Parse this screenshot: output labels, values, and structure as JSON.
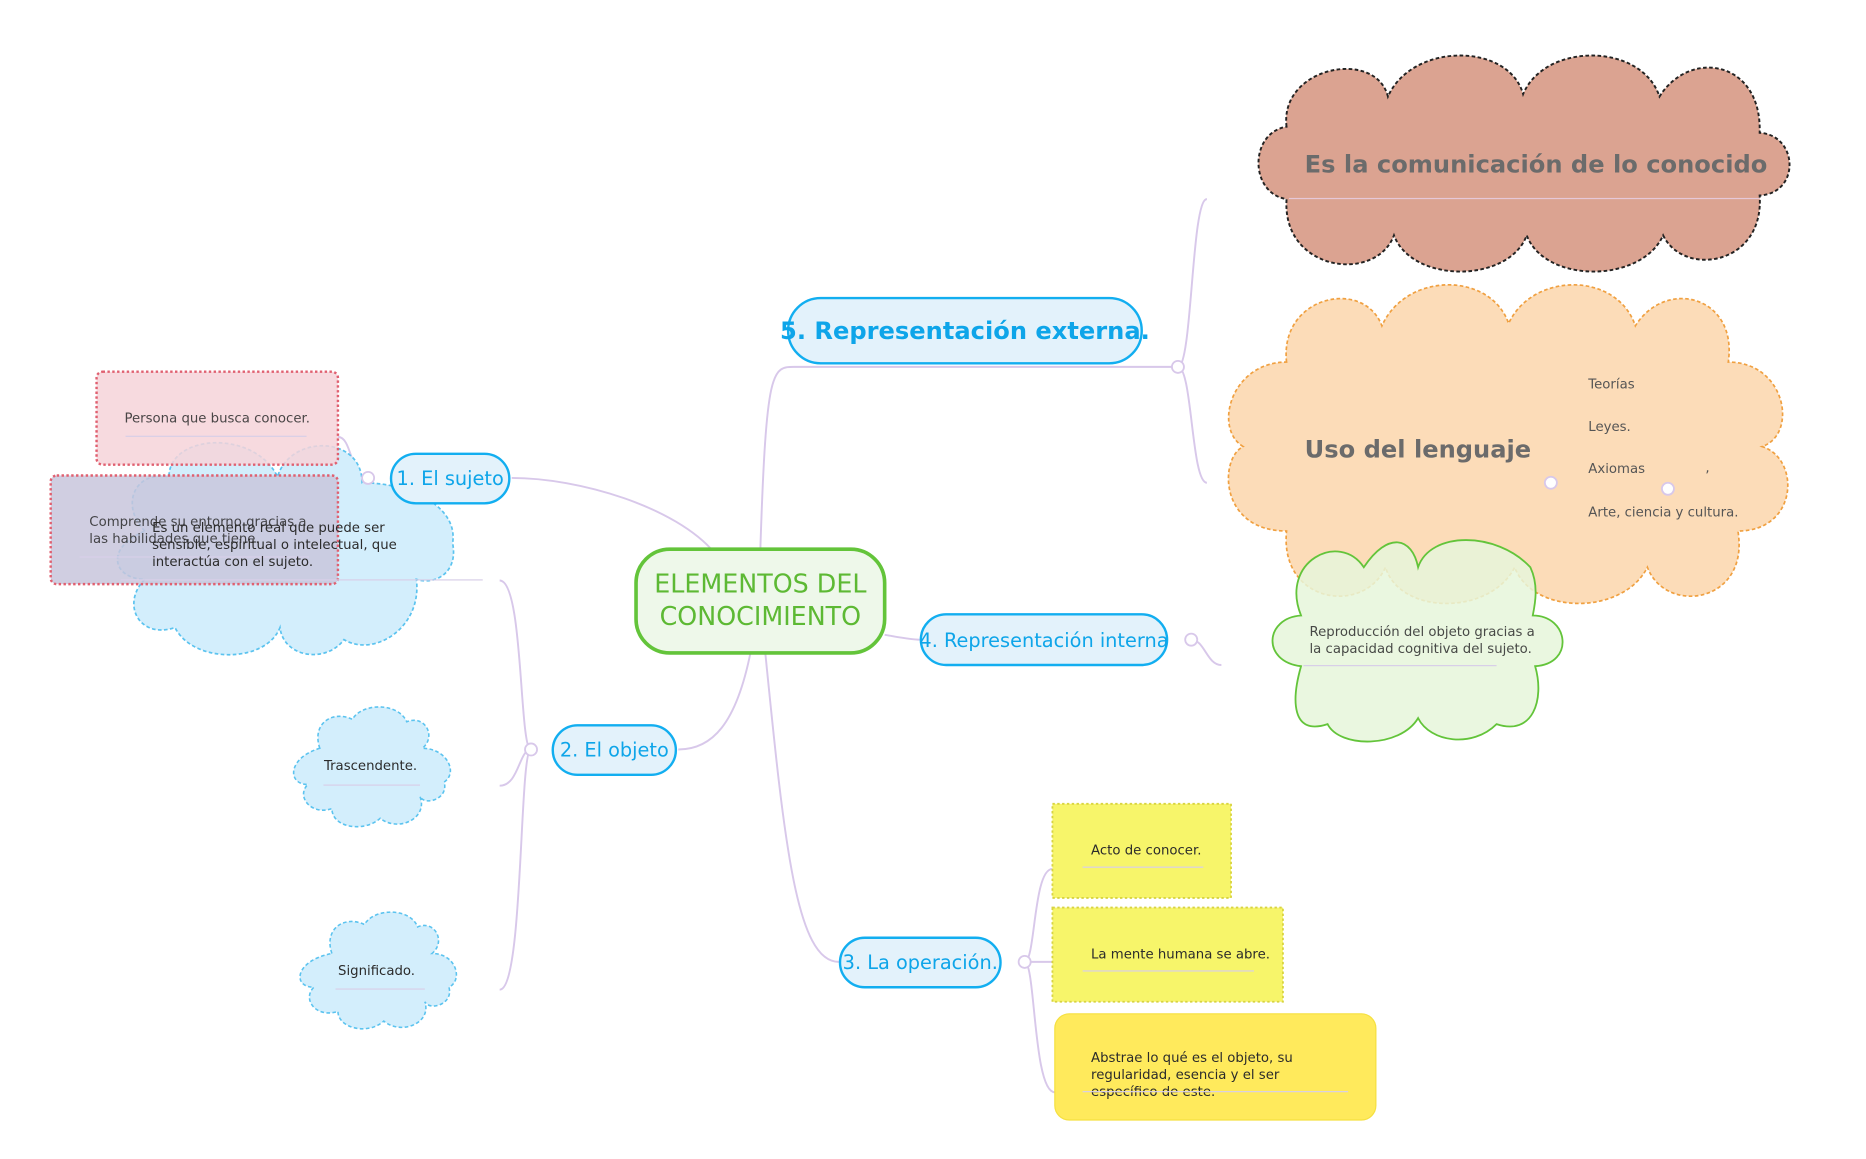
{
  "central": {
    "label_line1": "ELEMENTOS DEL",
    "label_line2": "CONOCIMIENTO"
  },
  "branches": {
    "sujeto": {
      "label": "1. El sujeto",
      "cloud_text": "Es un elemento real que puede ser sensible, espiritual o intelectual, que interactúa con el sujeto.",
      "notes": [
        "Persona que busca conocer.",
        "Comprende su entorno gracias a las habilidades que tiene."
      ]
    },
    "objeto": {
      "label": "2. El objeto",
      "children": [
        "Trascendente.",
        "Significado."
      ]
    },
    "operacion": {
      "label": "3. La operación.",
      "children": [
        "Acto de conocer.",
        "La mente humana se abre.",
        "Abstrae lo qué es el objeto, su regularidad, esencia y el ser específico de este."
      ]
    },
    "rep_interna": {
      "label": "4. Representación interna",
      "cloud_text": "Reproducción del objeto gracias a la capacidad cognitiva del sujeto."
    },
    "rep_externa": {
      "label": "5. Representación externa.",
      "cloud1": "Es la comunicación de lo conocido",
      "cloud2": "Uso del lenguaje",
      "lenguaje_items": [
        "Teorías",
        "Leyes.",
        "Axiomas",
        "Arte, ciencia y cultura."
      ],
      "comma": ","
    }
  },
  "colors": {
    "line": "#d8c8ea",
    "blue": "#12aef0",
    "green": "#63c43a",
    "cloud_blue": "#d3eefc",
    "cloud_orange": "#fcdcb8",
    "cloud_brown": "#dba391",
    "cloud_green": "#e6f6da",
    "yellow": "#f7f56a",
    "yellow_strong": "#ffea5c",
    "pink": "#f6d3d9",
    "red_border": "#e06070"
  }
}
